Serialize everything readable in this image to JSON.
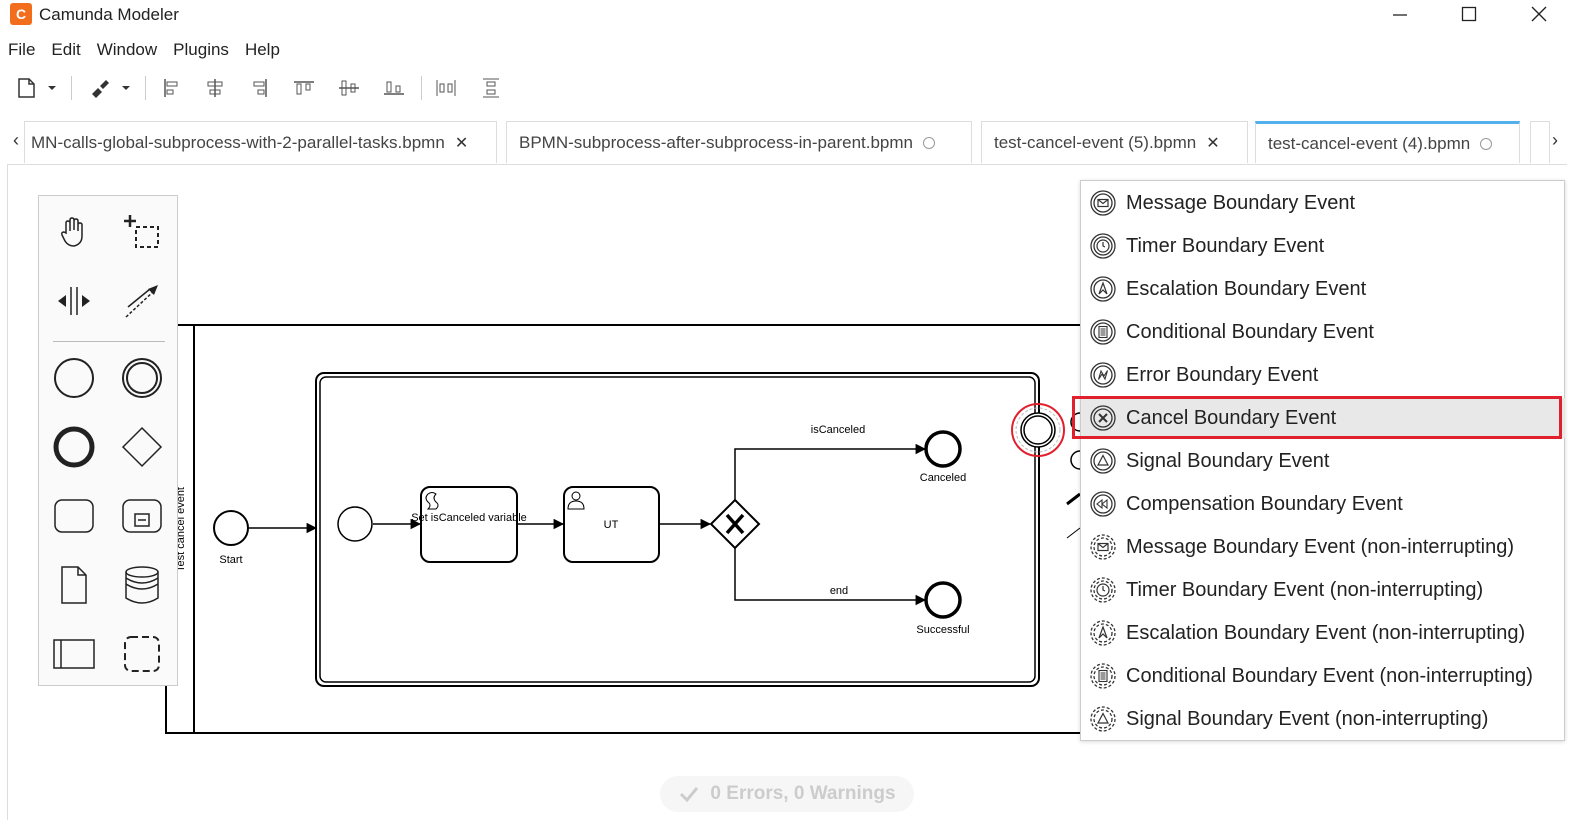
{
  "app": {
    "title": "Camunda Modeler",
    "icon_letter": "C"
  },
  "menu": [
    "File",
    "Edit",
    "Window",
    "Plugins",
    "Help"
  ],
  "tabs": [
    {
      "label": "MN-calls-global-subprocess-with-2-parallel-tasks.bpmn",
      "state": "close"
    },
    {
      "label": "BPMN-subprocess-after-subprocess-in-parent.bpmn",
      "state": "dot"
    },
    {
      "label": "test-cancel-event (5).bpmn",
      "state": "close"
    },
    {
      "label": "test-cancel-event (4).bpmn",
      "state": "dot",
      "active": true
    }
  ],
  "diagram": {
    "participant_label": "Test cancel event",
    "start_label": "Start",
    "task_script_label": "Set isCanceled variable",
    "task_user_label": "UT",
    "flow_top_label": "isCanceled",
    "flow_bottom_label": "end",
    "end_top_label": "Canceled",
    "end_bottom_label": "Successful"
  },
  "popup_menu": [
    {
      "label": "Message Boundary Event",
      "icon": "message-icon"
    },
    {
      "label": "Timer Boundary Event",
      "icon": "timer-icon"
    },
    {
      "label": "Escalation Boundary Event",
      "icon": "escalation-icon"
    },
    {
      "label": "Conditional Boundary Event",
      "icon": "conditional-icon"
    },
    {
      "label": "Error Boundary Event",
      "icon": "error-icon"
    },
    {
      "label": "Cancel Boundary Event",
      "icon": "cancel-icon",
      "highlighted": true
    },
    {
      "label": "Signal Boundary Event",
      "icon": "signal-icon"
    },
    {
      "label": "Compensation Boundary Event",
      "icon": "compensation-icon"
    },
    {
      "label": "Message Boundary Event (non-interrupting)",
      "icon": "message-icon"
    },
    {
      "label": "Timer Boundary Event (non-interrupting)",
      "icon": "timer-icon"
    },
    {
      "label": "Escalation Boundary Event (non-interrupting)",
      "icon": "escalation-icon"
    },
    {
      "label": "Conditional Boundary Event (non-interrupting)",
      "icon": "conditional-icon"
    },
    {
      "label": "Signal Boundary Event (non-interrupting)",
      "icon": "signal-icon"
    }
  ],
  "status": {
    "text": "0 Errors, 0 Warnings"
  },
  "colors": {
    "accent": "#52b0ec",
    "highlight": "#e0202c",
    "app_icon": "#f26e1d"
  }
}
